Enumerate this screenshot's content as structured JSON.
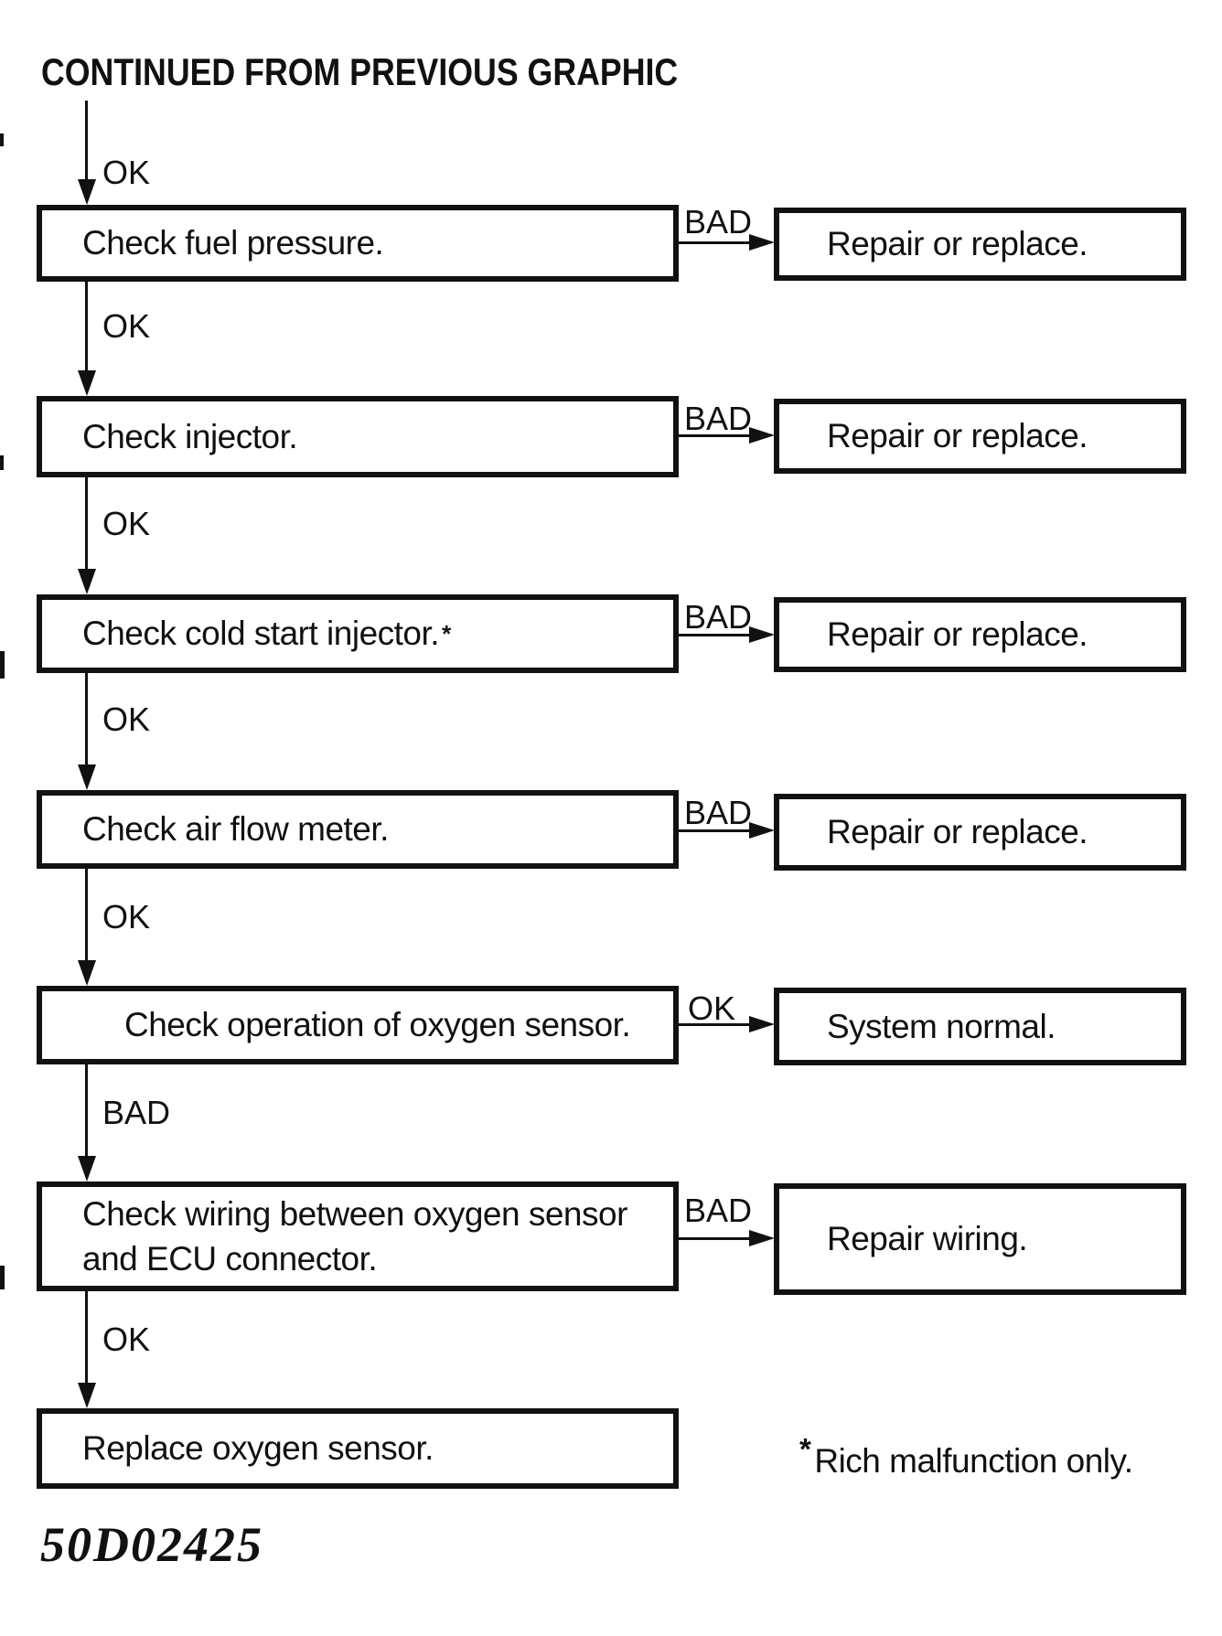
{
  "title": "CONTINUED FROM PREVIOUS GRAPHIC",
  "rows": [
    {
      "in_label": "OK",
      "box": "Check fuel pressure.",
      "branch_label": "BAD",
      "branch_box": "Repair or replace."
    },
    {
      "in_label": "OK",
      "box": "Check injector.",
      "branch_label": "BAD",
      "branch_box": "Repair or replace."
    },
    {
      "in_label": "OK",
      "box": "Check cold start injector.",
      "box_sup": "*",
      "branch_label": "BAD",
      "branch_box": "Repair or replace."
    },
    {
      "in_label": "OK",
      "box": "Check air flow meter.",
      "branch_label": "BAD",
      "branch_box": "Repair or replace."
    },
    {
      "in_label": "OK",
      "box": "Check operation of oxygen sensor.",
      "branch_label": "OK",
      "branch_box": "System normal."
    },
    {
      "in_label": "BAD",
      "box_line1": "Check wiring between oxygen sensor",
      "box_line2": "and ECU connector.",
      "branch_label": "BAD",
      "branch_box": "Repair wiring."
    },
    {
      "in_label": "OK",
      "box": "Replace oxygen sensor."
    }
  ],
  "footnote": {
    "marker": "*",
    "text": "Rich malfunction only."
  },
  "figure_code": "50D02425",
  "colors": {
    "ink": "#111111",
    "paper": "#ffffff"
  }
}
